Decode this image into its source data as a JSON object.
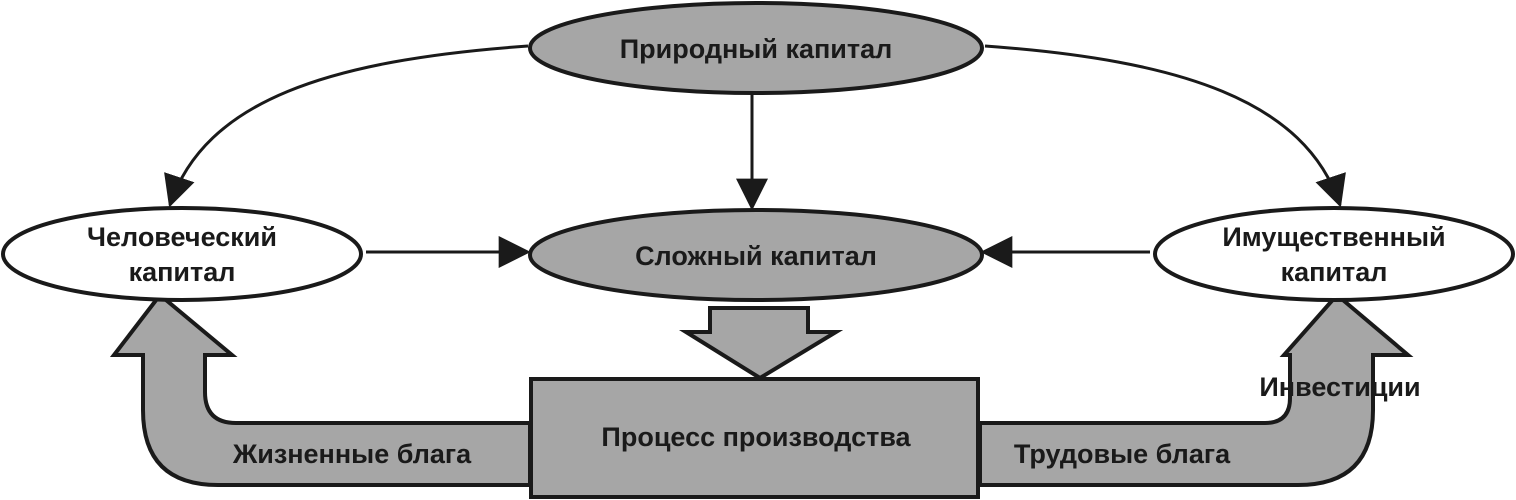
{
  "nodes": {
    "natural": {
      "label": "Природный капитал"
    },
    "complex": {
      "label": "Сложный капитал"
    },
    "human": {
      "line1": "Человеческий",
      "line2": "капитал"
    },
    "property": {
      "line1": "Имущественный",
      "line2": "капитал"
    },
    "production": {
      "label": "Процесс производства"
    }
  },
  "flows": {
    "life_goods": "Жизненные блага",
    "labor_goods": "Трудовые блага",
    "investments": "Инвестиции"
  },
  "colors": {
    "gray_fill": "#a6a6a6",
    "white_fill": "#ffffff",
    "stroke": "#1a1a1a"
  }
}
